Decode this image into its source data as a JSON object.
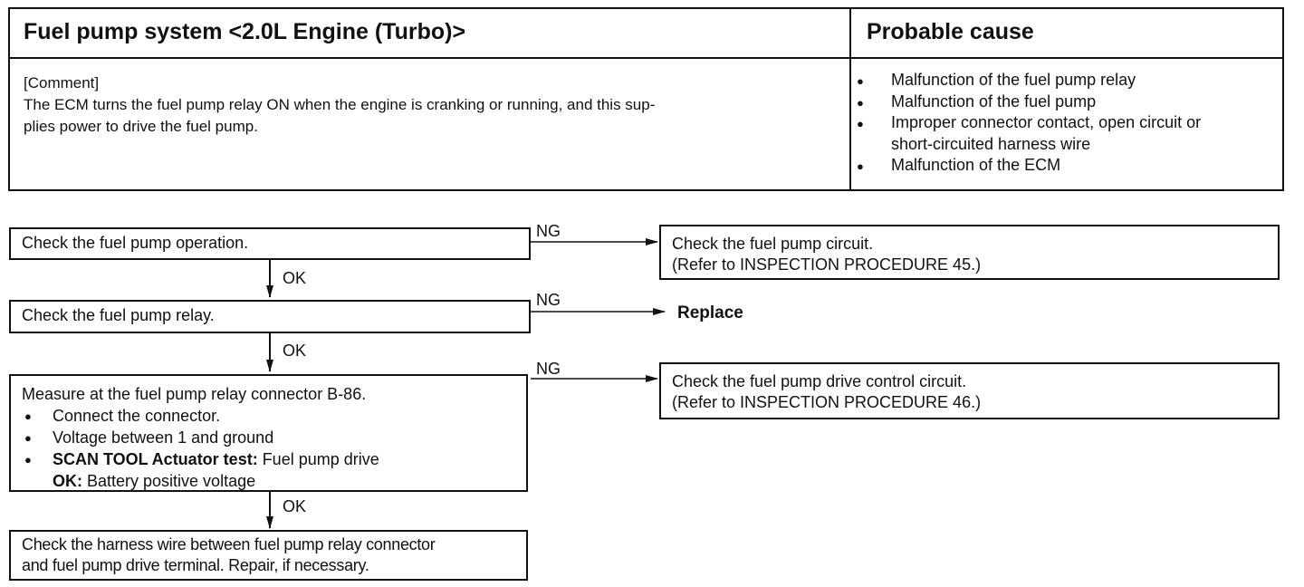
{
  "header": {
    "title": "Fuel pump system <2.0L Engine (Turbo)>",
    "cause_title": "Probable cause",
    "comment_label": "[Comment]",
    "comment_line1": "The ECM turns the fuel pump relay ON when the engine is cranking or running, and this sup-",
    "comment_line2": "plies power to drive the fuel pump.",
    "causes": [
      "Malfunction of the fuel pump relay",
      "Malfunction of the fuel pump",
      "Improper connector contact, open circuit or",
      "Malfunction of the ECM"
    ],
    "cause_3_cont": "short-circuited harness wire"
  },
  "flow": {
    "step1": "Check the fuel pump operation.",
    "step1_ng_line1": "Check the fuel pump circuit.",
    "step1_ng_line2": "(Refer to INSPECTION PROCEDURE 45.)",
    "step2": "Check the fuel pump relay.",
    "step2_ng": "Replace",
    "step3_title": "Measure at the fuel pump relay connector B-86.",
    "step3_items": [
      "Connect the connector.",
      "Voltage between 1 and ground"
    ],
    "step3_scan_bold": "SCAN TOOL Actuator test:",
    "step3_scan_text": " Fuel pump drive",
    "step3_ok_bold": "OK:",
    "step3_ok_text": " Battery positive voltage",
    "step3_ng_line1": "Check the fuel pump drive control circuit.",
    "step3_ng_line2": "(Refer to INSPECTION PROCEDURE 46.)",
    "step4_line1": "Check the harness wire between fuel pump relay connector",
    "step4_line2": "and fuel pump drive terminal. Repair, if necessary.",
    "ok_label": "OK",
    "ng_label": "NG"
  }
}
